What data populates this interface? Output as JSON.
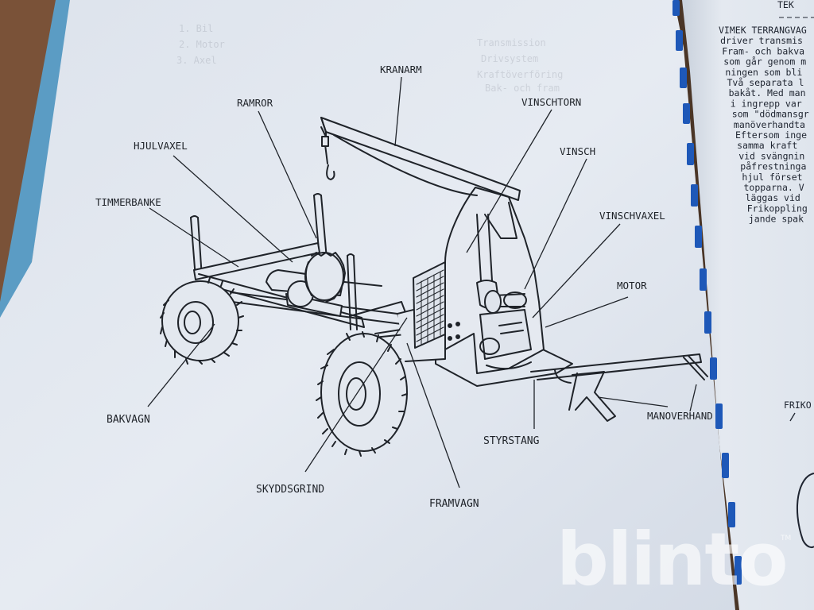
{
  "diagram": {
    "labels": {
      "kranarm": "KRANARM",
      "ramror": "RAMROR",
      "vinschtorn": "VINSCHTORN",
      "hjulvaxel": "HJULVAXEL",
      "vinsch": "VINSCH",
      "timmerbanke": "TIMMERBANKE",
      "vinschvaxel": "VINSCHVAXEL",
      "motor": "MOTOR",
      "bakvagn": "BAKVAGN",
      "styrstang": "STYRSTANG",
      "manoverhandtag": "MANOVERHAND",
      "skyddsgrind": "SKYDDSGRIND",
      "framvagn": "FRAMVAGN"
    }
  },
  "right_page": {
    "heading": "TEK",
    "lines": [
      "VIMEK TERRANGVAG",
      "driver transmis",
      "Fram- och bakva",
      "som går genom m",
      "ningen som bli",
      "Två separata l",
      "bakåt. Med man",
      "i ingrepp var",
      "som \"dödmansgr",
      "manöverhandta",
      "Eftersom inge",
      "samma kraft",
      "vid svängnin",
      "påfrestninga",
      "hjul förset",
      "topparna. V",
      "läggas vid",
      "Frikoppling",
      "jande spak"
    ],
    "side_label": "FRIKO"
  },
  "watermark": {
    "text": "blinto",
    "tm": "TM"
  }
}
